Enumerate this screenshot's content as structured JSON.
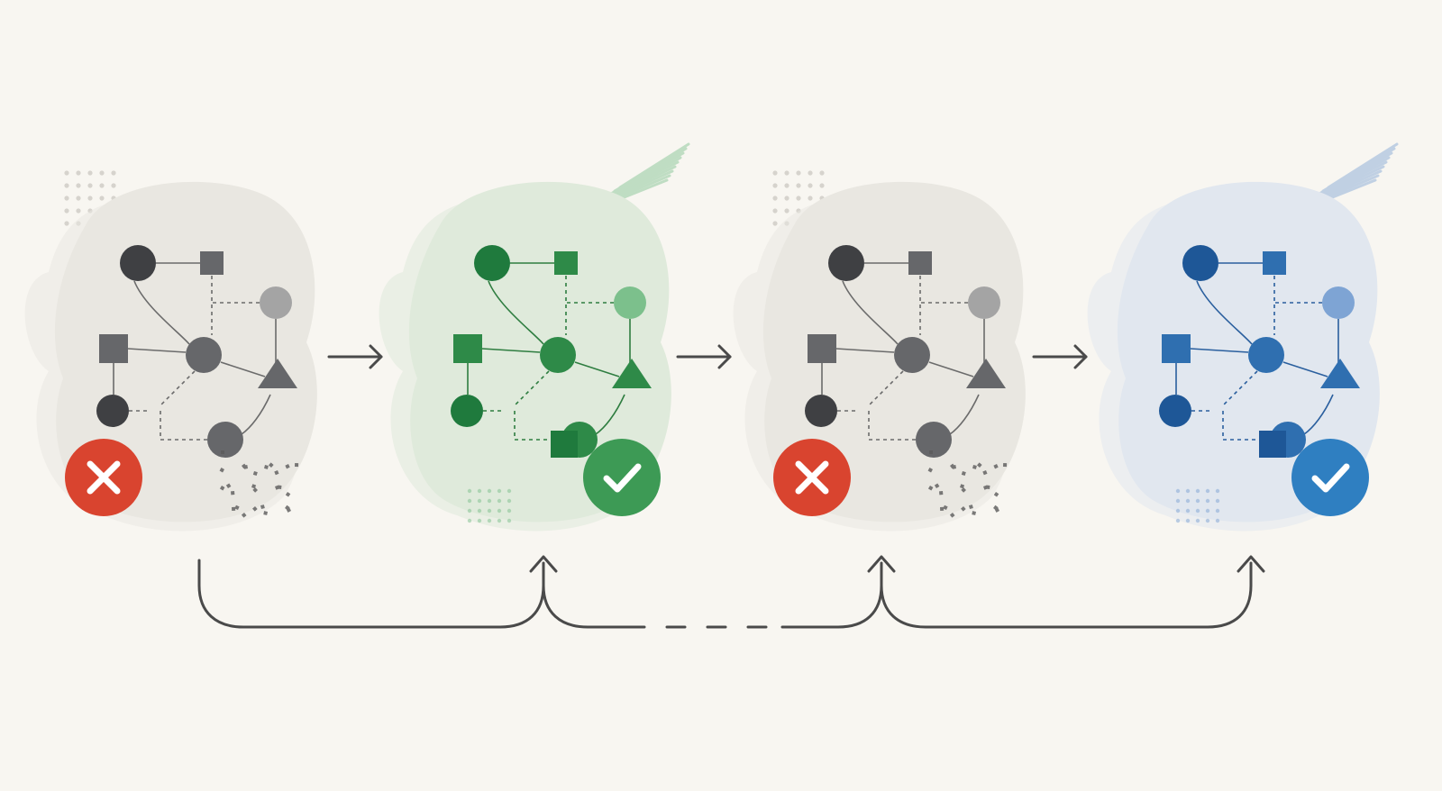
{
  "colors": {
    "background": "#f8f6f1",
    "connector": "#4a4a4a",
    "error_badge": "#d9442f",
    "success_green": "#3d9a55",
    "success_blue": "#2f7fc1"
  },
  "panels": [
    {
      "state": "failed",
      "theme": "gray",
      "blob_fill": "#e9e7e1",
      "node_dark": "#3f4043",
      "node_mid": "#66676a",
      "node_light": "#a4a4a4",
      "edge": "#6b6b6b",
      "badge": "error-badge",
      "badge_color": "#d9442f",
      "badge_icon": "x-icon"
    },
    {
      "state": "passed",
      "theme": "green",
      "blob_fill": "#dfeadb",
      "node_dark": "#1f7a3d",
      "node_mid": "#2e8a48",
      "node_light": "#7cc08c",
      "edge": "#2e7d40",
      "badge": "success-badge",
      "badge_color": "#3d9a55",
      "badge_icon": "check-icon"
    },
    {
      "state": "failed",
      "theme": "gray",
      "blob_fill": "#e9e7e1",
      "node_dark": "#3f4043",
      "node_mid": "#66676a",
      "node_light": "#a4a4a4",
      "edge": "#6b6b6b",
      "badge": "error-badge",
      "badge_color": "#d9442f",
      "badge_icon": "x-icon"
    },
    {
      "state": "passed",
      "theme": "blue",
      "blob_fill": "#e1e7ef",
      "node_dark": "#1e5797",
      "node_mid": "#2f6fb0",
      "node_light": "#7ea4d4",
      "edge": "#2a5f9e",
      "badge": "success-badge",
      "badge_color": "#2f7fc1",
      "badge_icon": "check-icon"
    }
  ],
  "flow_arrows": [
    "arrow-right-icon",
    "arrow-right-icon",
    "arrow-right-icon"
  ],
  "feedback_loop": {
    "style": "curved connector with dashed gap",
    "arrowheads": [
      "arrow-up-icon",
      "arrow-up-icon",
      "arrow-up-icon"
    ]
  }
}
